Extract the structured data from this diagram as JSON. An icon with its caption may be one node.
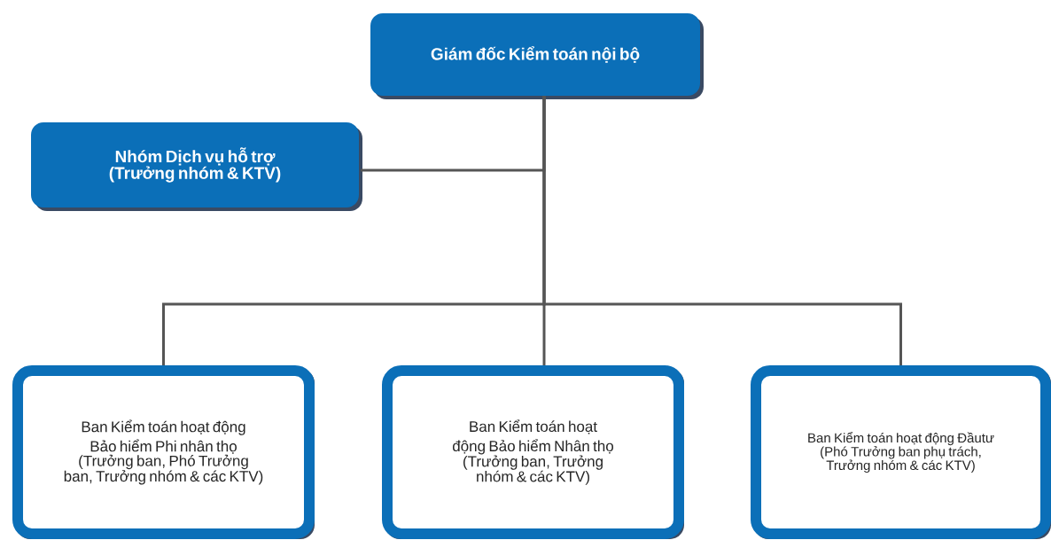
{
  "diagram": {
    "nodes": [
      {
        "text": [
          "Giám đốc Kiểm toán nội bộ"
        ]
      },
      {
        "text": [
          "Nhóm Dịch vụ hỗ trợ (Trưởng nhóm & KTV)"
        ]
      },
      {
        "text": [
          "Ban Kiểm toán hoạt động Bảo hiểm Phi nhân thọ",
          "(Trưởng ban, Phó Trưởng ban, Trưởng nhóm & các KTV)"
        ]
      },
      {
        "text": [
          "Ban Kiểm toán hoạt động Bảo hiểm Nhân thọ",
          "(Trưởng ban, Trưởng nhóm & các KTV)"
        ]
      },
      {
        "text": [
          "Ban Kiểm toán hoạt động Đầutư",
          "(Phó Trưởng ban phụ trách, Trưởng nhóm & các KTV)"
        ]
      }
    ],
    "edges": [
      {
        "from": 0,
        "to": 1,
        "arrow": "none"
      },
      {
        "from": 0,
        "to": 2,
        "arrow": "none"
      },
      {
        "from": 0,
        "to": 3,
        "arrow": "none"
      },
      {
        "from": 0,
        "to": 4,
        "arrow": "none"
      }
    ]
  }
}
